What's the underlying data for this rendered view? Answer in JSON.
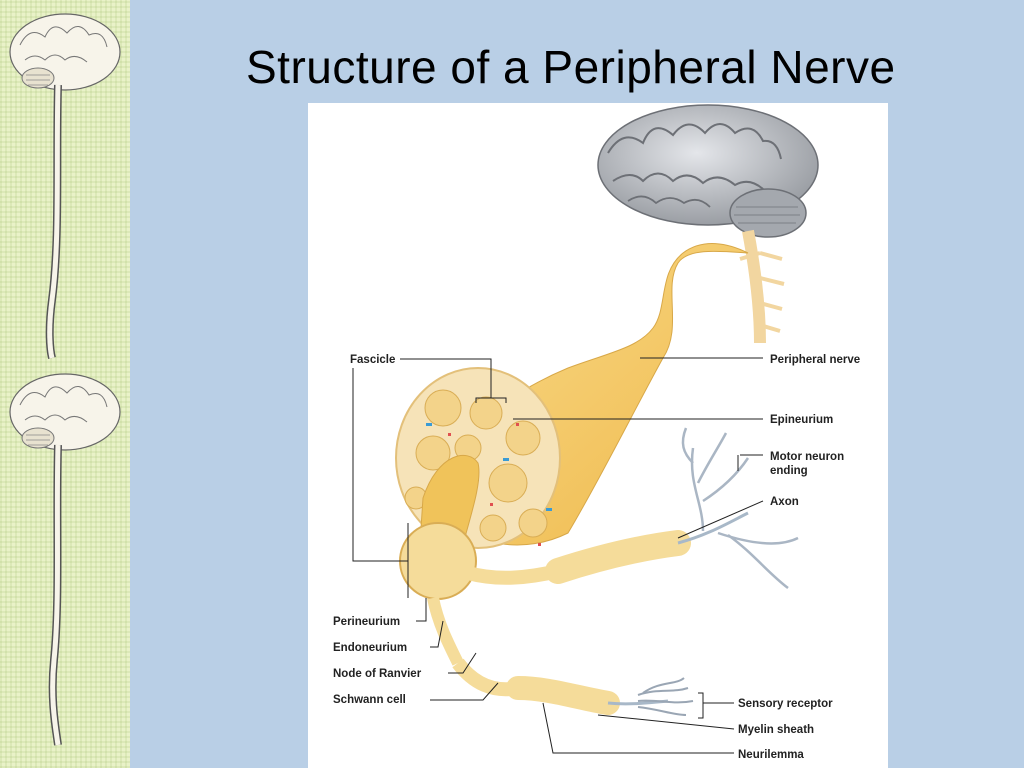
{
  "slide": {
    "title": "Structure of a Peripheral Nerve"
  },
  "diagram": {
    "labels": {
      "fascicle": "Fascicle",
      "peripheral_nerve": "Peripheral nerve",
      "epineurium": "Epineurium",
      "motor_neuron_ending_line1": "Motor neuron",
      "motor_neuron_ending_line2": "ending",
      "axon": "Axon",
      "perineurium": "Perineurium",
      "endoneurium": "Endoneurium",
      "node_of_ranvier": "Node of Ranvier",
      "schwann_cell": "Schwann cell",
      "sensory_receptor": "Sensory receptor",
      "myelin_sheath": "Myelin sheath",
      "neurilemma": "Neurilemma"
    }
  },
  "colors": {
    "background": "#b9cfe6",
    "strip": "#e9f2c8",
    "nerve": "#f5cf72",
    "brain": "#a9acb2"
  }
}
